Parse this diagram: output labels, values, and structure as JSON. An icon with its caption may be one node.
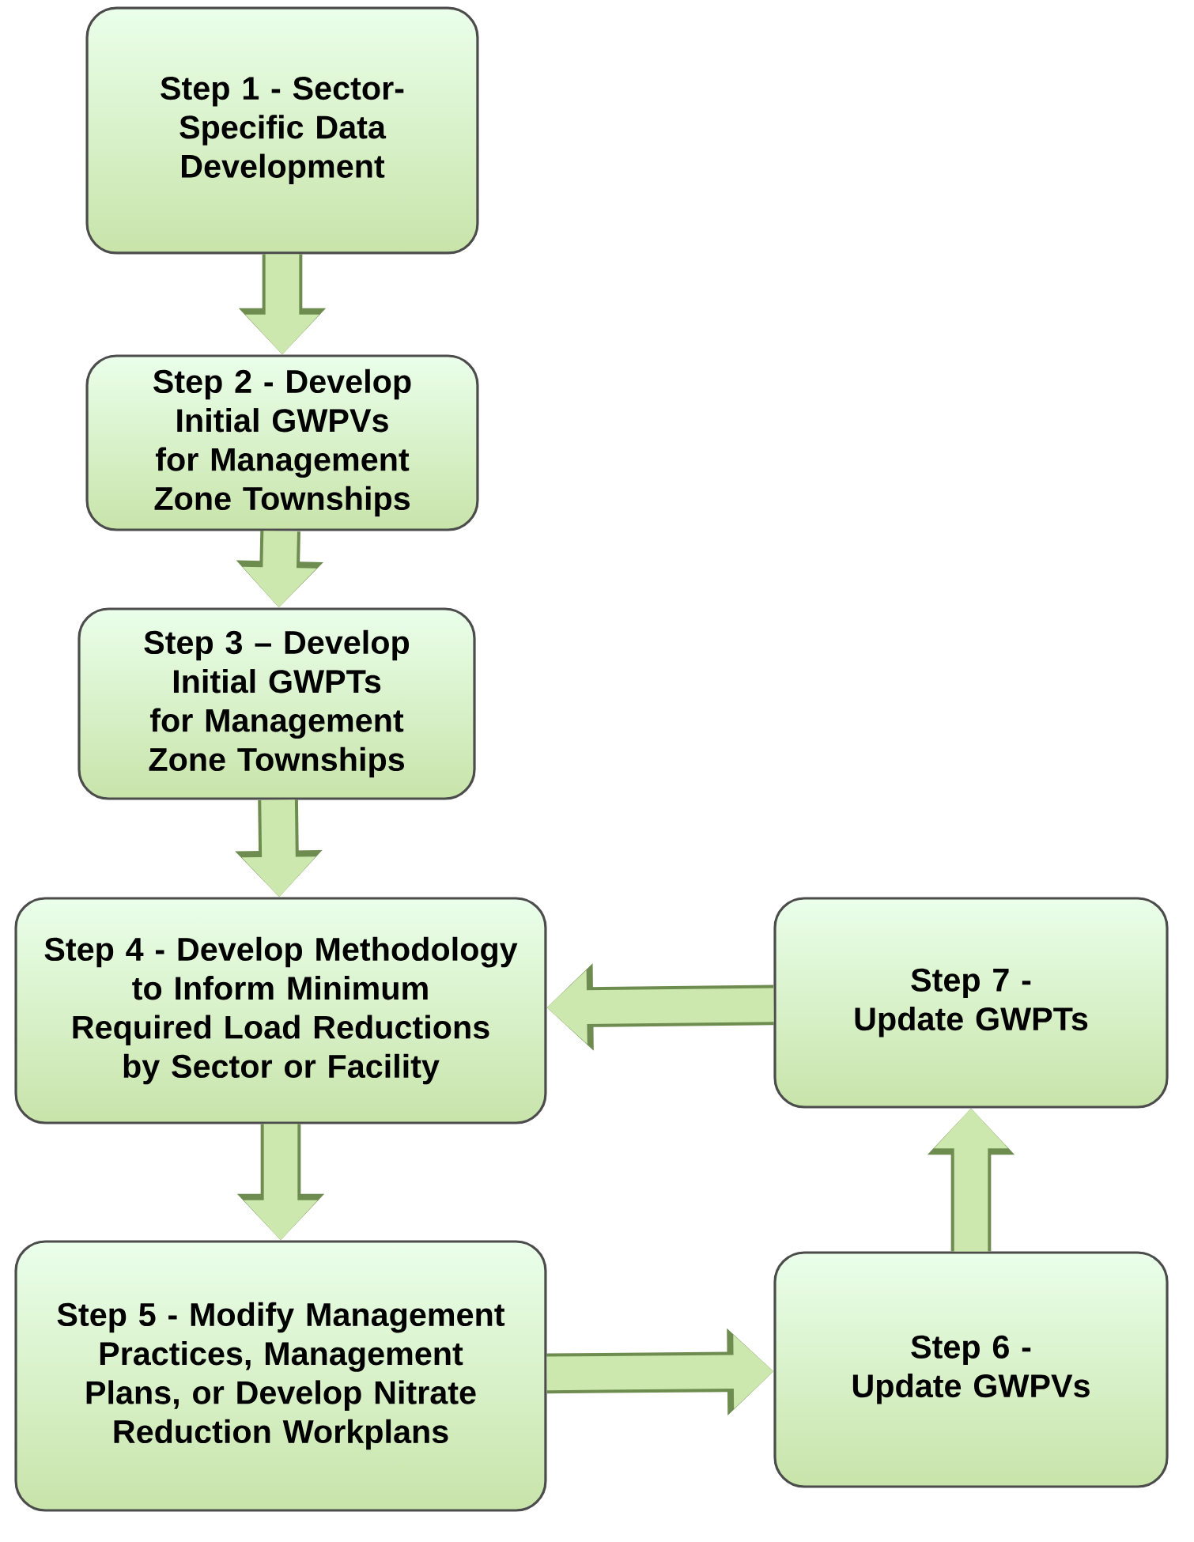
{
  "diagram": {
    "nodes": [
      {
        "text": [
          "Step 1 - Sector-Specific Data Development"
        ]
      },
      {
        "text": [
          "Step 2 - Develop Initial GWPVs for Management Zone Townships"
        ]
      },
      {
        "text": [
          "Step 3 – Develop Initial GWPTs for Management Zone Townships"
        ]
      },
      {
        "text": [
          "Step 4 - Develop Methodology to Inform Minimum Required Load Reductions by Sector or Facility"
        ]
      },
      {
        "text": [
          "Step 5 - Modify Management Practices, Management Plans, or Develop Nitrate Reduction Workplans"
        ]
      },
      {
        "text": [
          "Step 6 - Update GWPVs"
        ]
      },
      {
        "text": [
          "Step 7 - Update GWPTs"
        ]
      }
    ],
    "edges": [
      {
        "from": 0,
        "to": 1,
        "arrow": "to"
      },
      {
        "from": 1,
        "to": 2,
        "arrow": "to"
      },
      {
        "from": 2,
        "to": 3,
        "arrow": "to"
      },
      {
        "from": 3,
        "to": 4,
        "arrow": "to"
      },
      {
        "from": 4,
        "to": 5,
        "arrow": "to"
      },
      {
        "from": 5,
        "to": 6,
        "arrow": "to"
      },
      {
        "from": 6,
        "to": 3,
        "arrow": "to"
      }
    ]
  }
}
